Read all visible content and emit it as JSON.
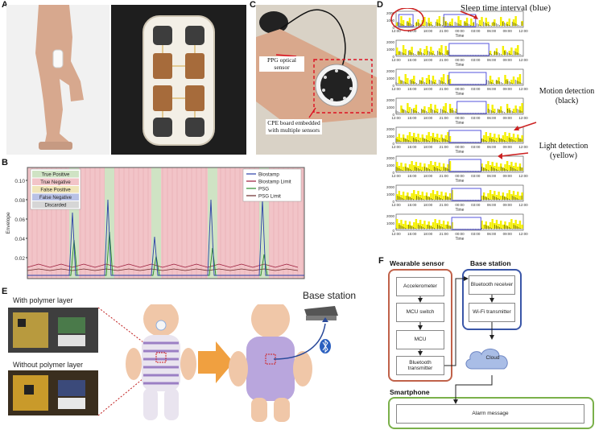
{
  "panels": {
    "A": "A",
    "B": "B",
    "C": "C",
    "D": "D",
    "E": "E",
    "F": "F"
  },
  "panelB": {
    "ylabel": "Envelope",
    "yticks": [
      "0.10",
      "0.08",
      "0.06",
      "0.04",
      "0.02"
    ],
    "class_legend": [
      "True Positive",
      "True Negative",
      "False Positive",
      "False Negative",
      "Discarded"
    ],
    "series_legend": [
      "Biostamp",
      "Biostamp Limit",
      "PSG",
      "PSG Limit"
    ],
    "colors": {
      "true_positive": "#cfe3c4",
      "true_negative": "#f2c4c8",
      "false_positive": "#f0e5b8",
      "false_negative": "#b9c2e6",
      "discarded": "#d6d6d6",
      "biostamp": "#2b3fa8",
      "biostamp_limit": "#9b1b3a",
      "psg": "#2a8a2a",
      "psg_limit": "#6b2a2a"
    }
  },
  "panelC": {
    "ppg_label": "PPG optical sensor",
    "cpe_label": "CPE board embedded with multiple sensors"
  },
  "panelD": {
    "callout_sleep": "Sleep time interval (blue)",
    "callout_motion": "Motion detection (black)",
    "callout_light": "Light detection (yellow)",
    "xticks": [
      "12:00",
      "15:00",
      "18:00",
      "21:00",
      "00:00",
      "03:00",
      "06:00",
      "09:00",
      "12:00"
    ],
    "xlabel": "Time",
    "yticks": [
      "2000",
      "1000",
      "0"
    ],
    "colors": {
      "sleep": "#5555dd",
      "motion": "#111111",
      "light": "#f5f000",
      "highlight": "#cc2222"
    }
  },
  "panelE": {
    "with_polymer": "With polymer layer",
    "without_polymer": "Without polymer layer",
    "base_station": "Base station"
  },
  "panelF": {
    "wearable_title": "Wearable sensor",
    "base_title": "Base station",
    "smartphone_title": "Smartphone",
    "accelerometer": "Accelerometer",
    "mcu_switch": "MCU switch",
    "mcu": "MCU",
    "bt_transmitter": "Bluetooth transmitter",
    "bt_receiver": "Bluetooth receiver",
    "wifi_transmitter": "Wi-Fi transmitter",
    "cloud": "Cloud",
    "alarm": "Alarm message",
    "colors": {
      "wearable": "#c0624a",
      "base": "#3a56a8",
      "smartphone": "#7ab04a",
      "cloud": "#a9bde6"
    }
  }
}
